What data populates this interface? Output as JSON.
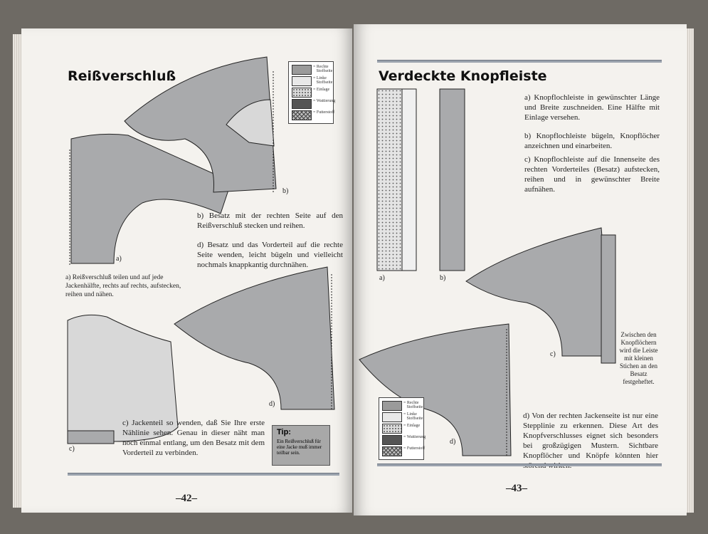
{
  "left_page": {
    "title": "Reißverschluß",
    "text_b": "b) Besatz mit der rechten Seite auf den Reißverschluß stecken und reihen.",
    "text_d": "d) Besatz und das Vorderteil auf die rechte Seite wenden, leicht bügeln und vielleicht nochmals knappkantig durchnähen.",
    "text_a": "a) Reißverschluß teilen und auf jede Jackenhälfte, rechts auf rechts, aufstecken, reihen und nähen.",
    "text_c": "c) Jackenteil so wenden, daß Sie Ihre erste Nählinie sehen. Genau in dieser näht man noch einmal entlang, um den Besatz mit dem Vorderteil zu verbinden.",
    "tip_title": "Tip:",
    "tip_text": "Ein Reißverschluß für eine Jacke muß immer teilbar sein.",
    "labels": {
      "a": "a)",
      "b": "b)",
      "c": "c)",
      "d": "d)"
    },
    "folio": "–42–"
  },
  "right_page": {
    "title": "Verdeckte Knopfleiste",
    "text_a": "a) Knopflochleiste in gewünschter Länge und Breite zuschneiden. Eine Hälfte mit Einlage versehen.",
    "text_b": "b) Knopflochleiste bügeln, Knopflöcher anzeichnen und einarbeiten.",
    "text_c": "c) Knopflochleiste auf die Innenseite des rechten Vorderteiles (Besatz) aufstecken, reihen und in gewünschter Breite aufnähen.",
    "text_d": "d) Von der rechten Jackenseite ist nur eine Stepplinie zu erkennen. Diese Art des Knopfverschlusses eignet sich besonders bei großzügigen Mustern. Sichtbare Knopflöcher und Knöpfe könnten hier störend wirken.",
    "note": "Zwischen den Knopflöchern wird die Leiste mit kleinen Stichen an den Besatz festgeheftet.",
    "labels": {
      "a": "a)",
      "b": "b)",
      "c": "c)",
      "d": "d)"
    },
    "folio": "–43–"
  },
  "legend": [
    {
      "text": "= Rechte\n   Stoffseite",
      "color": "#9a9a9a"
    },
    {
      "text": "= Linke\n   Stoffseite",
      "color": "#e8e8e8"
    },
    {
      "text": "= Einlage",
      "color": "#dcdcdc"
    },
    {
      "text": "= Wattierung",
      "color": "#555555"
    },
    {
      "text": "= Futterstoff",
      "color": "#bdbdbd"
    }
  ],
  "colors": {
    "fabric": "#a9aaac",
    "fabric_light": "#d8d8d8",
    "page": "#f4f2ee",
    "rule": "#9aa2ad"
  }
}
